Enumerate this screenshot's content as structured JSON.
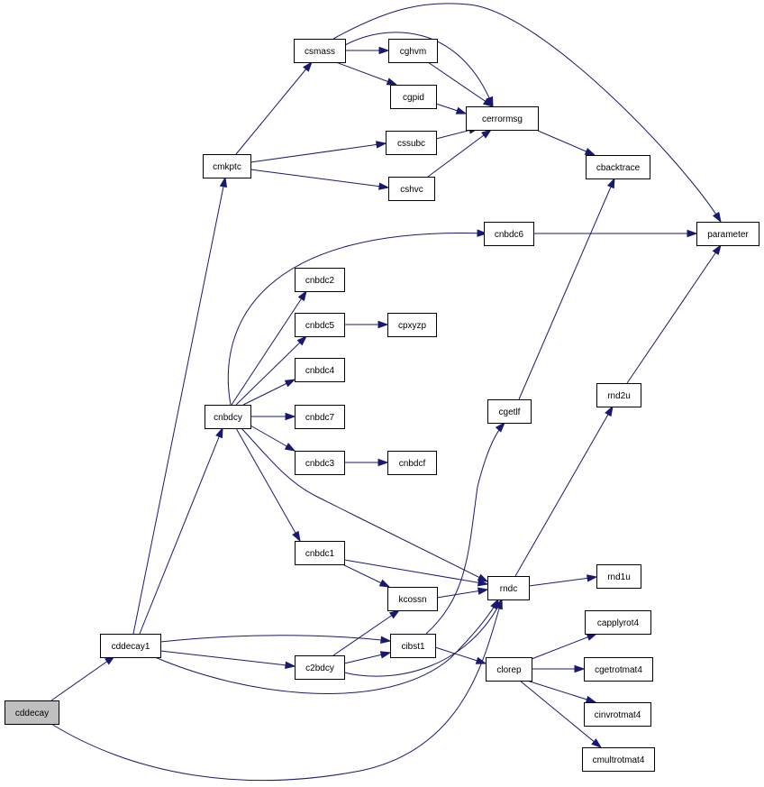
{
  "graph": {
    "nodes": [
      {
        "id": "cddecay",
        "label": "cddecay",
        "root": true
      },
      {
        "id": "cddecay1",
        "label": "cddecay1"
      },
      {
        "id": "cmkptc",
        "label": "cmkptc"
      },
      {
        "id": "cnbdcy",
        "label": "cnbdcy"
      },
      {
        "id": "csmass",
        "label": "csmass"
      },
      {
        "id": "cghvm",
        "label": "cghvm"
      },
      {
        "id": "cgpid",
        "label": "cgpid"
      },
      {
        "id": "cerrormsg",
        "label": "cerrormsg"
      },
      {
        "id": "cssubc",
        "label": "cssubc"
      },
      {
        "id": "cshvc",
        "label": "cshvc"
      },
      {
        "id": "cbacktrace",
        "label": "cbacktrace"
      },
      {
        "id": "parameter",
        "label": "parameter"
      },
      {
        "id": "cnbdc6",
        "label": "cnbdc6"
      },
      {
        "id": "cnbdc2",
        "label": "cnbdc2"
      },
      {
        "id": "cnbdc5",
        "label": "cnbdc5"
      },
      {
        "id": "cpxyzp",
        "label": "cpxyzp"
      },
      {
        "id": "cnbdc4",
        "label": "cnbdc4"
      },
      {
        "id": "cnbdc7",
        "label": "cnbdc7"
      },
      {
        "id": "cnbdc3",
        "label": "cnbdc3"
      },
      {
        "id": "cnbdcf",
        "label": "cnbdcf"
      },
      {
        "id": "cgetlf",
        "label": "cgetlf"
      },
      {
        "id": "rnd2u",
        "label": "rnd2u"
      },
      {
        "id": "cnbdc1",
        "label": "cnbdc1"
      },
      {
        "id": "kcossn",
        "label": "kcossn"
      },
      {
        "id": "rndc",
        "label": "rndc"
      },
      {
        "id": "rnd1u",
        "label": "rnd1u"
      },
      {
        "id": "cibst1",
        "label": "cibst1"
      },
      {
        "id": "c2bdcy",
        "label": "c2bdcy"
      },
      {
        "id": "clorep",
        "label": "clorep"
      },
      {
        "id": "capplyrot4",
        "label": "capplyrot4"
      },
      {
        "id": "cgetrotmat4",
        "label": "cgetrotmat4"
      },
      {
        "id": "cinvrotmat4",
        "label": "cinvrotmat4"
      },
      {
        "id": "cmultrotmat4",
        "label": "cmultrotmat4"
      }
    ],
    "edges": [
      {
        "from": "cddecay",
        "to": "cddecay1"
      },
      {
        "from": "cddecay",
        "to": "rndc"
      },
      {
        "from": "cddecay1",
        "to": "cmkptc"
      },
      {
        "from": "cddecay1",
        "to": "cnbdcy"
      },
      {
        "from": "cddecay1",
        "to": "cibst1"
      },
      {
        "from": "cddecay1",
        "to": "c2bdcy"
      },
      {
        "from": "cddecay1",
        "to": "rndc"
      },
      {
        "from": "cmkptc",
        "to": "csmass"
      },
      {
        "from": "cmkptc",
        "to": "cssubc"
      },
      {
        "from": "cmkptc",
        "to": "cshvc"
      },
      {
        "from": "csmass",
        "to": "cghvm"
      },
      {
        "from": "csmass",
        "to": "cgpid"
      },
      {
        "from": "csmass",
        "to": "cerrormsg"
      },
      {
        "from": "csmass",
        "to": "parameter"
      },
      {
        "from": "cghvm",
        "to": "cerrormsg"
      },
      {
        "from": "cgpid",
        "to": "cerrormsg"
      },
      {
        "from": "cssubc",
        "to": "cerrormsg"
      },
      {
        "from": "cshvc",
        "to": "cerrormsg"
      },
      {
        "from": "cerrormsg",
        "to": "cbacktrace"
      },
      {
        "from": "cnbdcy",
        "to": "cnbdc6"
      },
      {
        "from": "cnbdcy",
        "to": "cnbdc2"
      },
      {
        "from": "cnbdcy",
        "to": "cnbdc5"
      },
      {
        "from": "cnbdcy",
        "to": "cnbdc4"
      },
      {
        "from": "cnbdcy",
        "to": "cnbdc7"
      },
      {
        "from": "cnbdcy",
        "to": "cnbdc3"
      },
      {
        "from": "cnbdcy",
        "to": "cnbdc1"
      },
      {
        "from": "cnbdcy",
        "to": "rndc"
      },
      {
        "from": "cnbdc6",
        "to": "parameter"
      },
      {
        "from": "cnbdc5",
        "to": "cpxyzp"
      },
      {
        "from": "cnbdc3",
        "to": "cnbdcf"
      },
      {
        "from": "cnbdc1",
        "to": "kcossn"
      },
      {
        "from": "cnbdc1",
        "to": "rndc"
      },
      {
        "from": "kcossn",
        "to": "rndc"
      },
      {
        "from": "c2bdcy",
        "to": "kcossn"
      },
      {
        "from": "c2bdcy",
        "to": "cibst1"
      },
      {
        "from": "c2bdcy",
        "to": "rndc"
      },
      {
        "from": "cibst1",
        "to": "cgetlf"
      },
      {
        "from": "cibst1",
        "to": "clorep"
      },
      {
        "from": "cgetlf",
        "to": "cbacktrace"
      },
      {
        "from": "rndc",
        "to": "rnd1u"
      },
      {
        "from": "rndc",
        "to": "rnd2u"
      },
      {
        "from": "rnd2u",
        "to": "parameter"
      },
      {
        "from": "clorep",
        "to": "capplyrot4"
      },
      {
        "from": "clorep",
        "to": "cgetrotmat4"
      },
      {
        "from": "clorep",
        "to": "cinvrotmat4"
      },
      {
        "from": "clorep",
        "to": "cmultrotmat4"
      }
    ]
  }
}
